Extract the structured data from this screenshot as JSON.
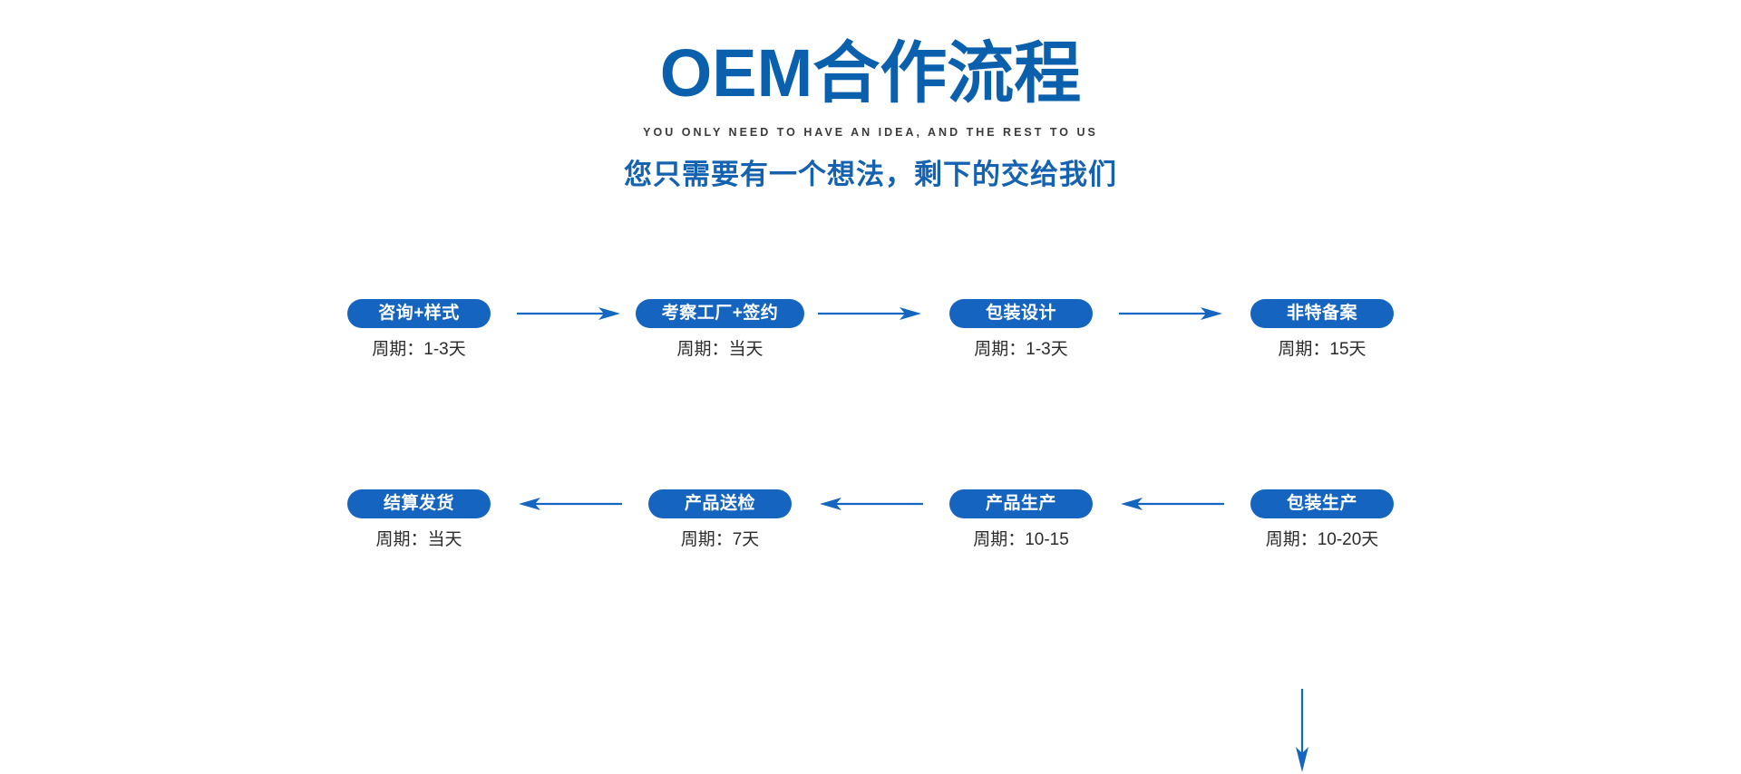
{
  "header": {
    "title": "OEM合作流程",
    "subtitle_en": "YOU ONLY NEED TO HAVE AN IDEA, AND THE REST TO US",
    "subtitle_cn": "您只需要有一个想法，剩下的交给我们"
  },
  "colors": {
    "title_blue": "#0b60ad",
    "subtitle_cn_blue": "#1462b0",
    "subtitle_en_gray": "#3a3a3a",
    "pill_blue": "#1565c0",
    "arrow_blue": "#1566c0",
    "pill_text": "#ffffff",
    "cycle_text": "#2b2b2b",
    "background": "#ffffff"
  },
  "flow": {
    "row1": {
      "direction": "left-to-right",
      "nodes": [
        {
          "label": "咨询+样式",
          "cycle": "周期：1-3天"
        },
        {
          "label": "考察工厂+签约",
          "cycle": "周期：当天"
        },
        {
          "label": "包装设计",
          "cycle": "周期：1-3天"
        },
        {
          "label": "非特备案",
          "cycle": "周期：15天"
        }
      ],
      "connectors": [
        "arrow-right-icon",
        "arrow-right-icon",
        "arrow-right-icon"
      ]
    },
    "vertical_connector": "arrow-down-icon",
    "row2": {
      "direction": "right-to-left",
      "nodes": [
        {
          "label": "结算发货",
          "cycle": "周期：当天"
        },
        {
          "label": "产品送检",
          "cycle": "周期：7天"
        },
        {
          "label": "产品生产",
          "cycle": "周期：10-15"
        },
        {
          "label": "包装生产",
          "cycle": "周期：10-20天"
        }
      ],
      "connectors": [
        "arrow-left-icon",
        "arrow-left-icon",
        "arrow-left-icon"
      ]
    }
  }
}
